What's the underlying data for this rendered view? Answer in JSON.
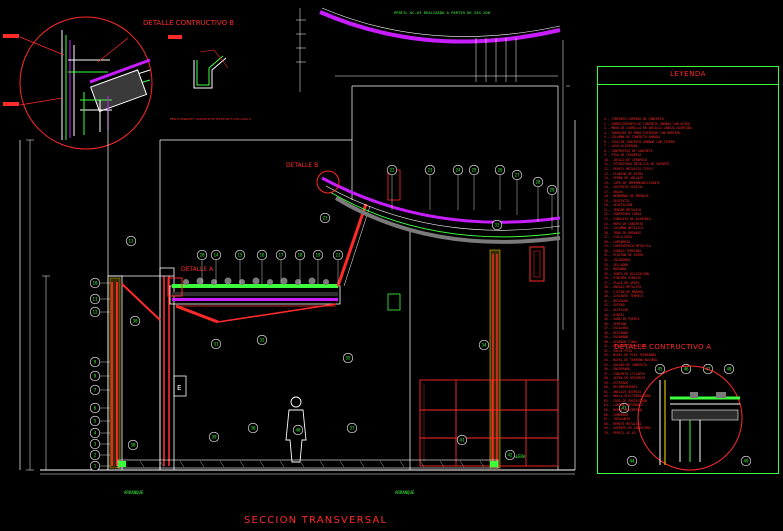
{
  "titles": {
    "main": "SECCION TRANSVERSAL",
    "detail_b_top": "DETALLE CONTRUCTIVO B",
    "detail_a": "DETALLE CONTRUCTIVO A",
    "label_detalle_a": "DETALLE A",
    "label_detalle_b": "DETALLE B",
    "perfil": "PERFIL AC-63 REALIZADO A PARTIR DE 25X-200"
  },
  "labels": {
    "arranque_left": "ARRANQUE",
    "arranque_mid": "ARRANQUE",
    "escalera": "ESCALERA",
    "door_letter": "E",
    "small_profile_note": "PERFIL PARANTE Y SOPORTE DE TECHO DE 5 CMS CADA 4"
  },
  "legend": {
    "title": "LEYENDA",
    "items": [
      "1.- CIMIENTO CORRIDO DE CONCRETO",
      "2.- SOBRECIMIENTO DE CONCRETO ARMADO CON ACERO",
      "3.- MURO DE LADRILLO KK ARCILLA CABEZA ASENTADO",
      "4.- TARRAJEO DE MURO EXTERIOR CON MORTERO",
      "5.- COLUMNA DE CONCRETO ARMADO",
      "6.- VIGA DE CONCRETO ARMADO CON FIERRO",
      "7.- LOSA ALIGERADA",
      "8.- CONTRAPISO DE CONCRETO",
      "9.- PISO DE CERAMICO",
      "10.- ZOCALO DE CERAMICO",
      "11.- ESTRUCTURA METALICA DE SOPORTE",
      "12.- PERFIL METALICO TIPO C",
      "13.- PLANCHA DE ACERO",
      "14.- PERNO DE ANCLAJE",
      "15.- CAPA DE IMPERMEABILIZANTE",
      "16.- SUSTRATO VEGETAL",
      "17.- GRAVA",
      "18.- MEMBRANA DE DRENAJE",
      "19.- GEOTEXTIL",
      "20.- VEGETACION",
      "21.- TENSOR METALICO",
      "22.- COBERTURA CURVA",
      "23.- CANALETA DE ALUMINIO",
      "24.- MURO DE CONCRETO",
      "25.- COLUMNA METALICA",
      "26.- TUBO DE DRENAJE",
      "27.- CIELO RASO",
      "28.- LUMINARIA",
      "29.- CARPINTERIA METALICA",
      "30.- VIDRIO TEMPLADO",
      "31.- PLATINA DE ACERO",
      "32.- SOLDADURA",
      "33.- SELLADOR",
      "34.- BARANDA",
      "35.- JUNTA DE DILATACION",
      "36.- PINTURA ESMALTE",
      "37.- PLACA DE APOYO",
      "38.- ANGULO METALICO",
      "39.- LISTON DE MADERA",
      "40.- AISLANTE TERMICO",
      "41.- BOTAGUAS",
      "42.- GOTERO",
      "43.- ALFEIZAR",
      "44.- DINTEL",
      "45.- VANO DE PUERTA",
      "46.- VENTANA",
      "47.- ESCALERA",
      "48.- DESCANSO",
      "49.- PASAMANO",
      "50.- ACABADO FINAL",
      "51.- RELLENO COMPACTADO",
      "52.- FALSO PISO",
      "53.- NIVEL DE PISO TERMINADO",
      "54.- NIVEL DE TERRENO NATURAL",
      "55.- SOLADO DE CONCRETO",
      "56.- ENCOFRADO",
      "57.- CONCRETO CICLOPEO",
      "58.- ACERO DE REFUERZO",
      "59.- ESTRIBOS",
      "60.- RECUBRIMIENTO",
      "61.- ANCLAJE QUIMICO",
      "62.- MALLA ELECTROSOLDADA",
      "63.- CAPA DE PROTECCION",
      "64.- LAMINA ANTIRRAIZ",
      "65.- BORDE PERIMETRAL",
      "66.- CUMBRERA",
      "67.- TAPAJUNTA",
      "68.- REMATE METALICO",
      "69.- SOPORTE DE COBERTURA",
      "70.- PERFIL AC-63"
    ]
  },
  "callouts": {
    "left_wall": [
      "10",
      "11",
      "12",
      "9",
      "8",
      "7",
      "6",
      "5",
      "4",
      "3",
      "2",
      "1"
    ],
    "roof_deck": [
      "14",
      "15",
      "16",
      "17",
      "18",
      "19",
      "20",
      "21"
    ],
    "curved_roof": [
      "22",
      "23",
      "24",
      "25",
      "26",
      "27",
      "28",
      "29"
    ],
    "column_tags": [
      "13",
      "23",
      "30",
      "31",
      "32",
      "33",
      "34",
      "35"
    ],
    "floor": [
      "36",
      "37",
      "38",
      "39",
      "40",
      "41",
      "42"
    ],
    "detail_a": [
      "43",
      "44",
      "45",
      "46",
      "47",
      "48",
      "49"
    ]
  },
  "colors": {
    "background": "#000000",
    "red": "#ff2a2a",
    "green": "#3cff3c",
    "magenta": "#c81eff",
    "white": "#ffffff",
    "yellow": "#ffe400"
  }
}
